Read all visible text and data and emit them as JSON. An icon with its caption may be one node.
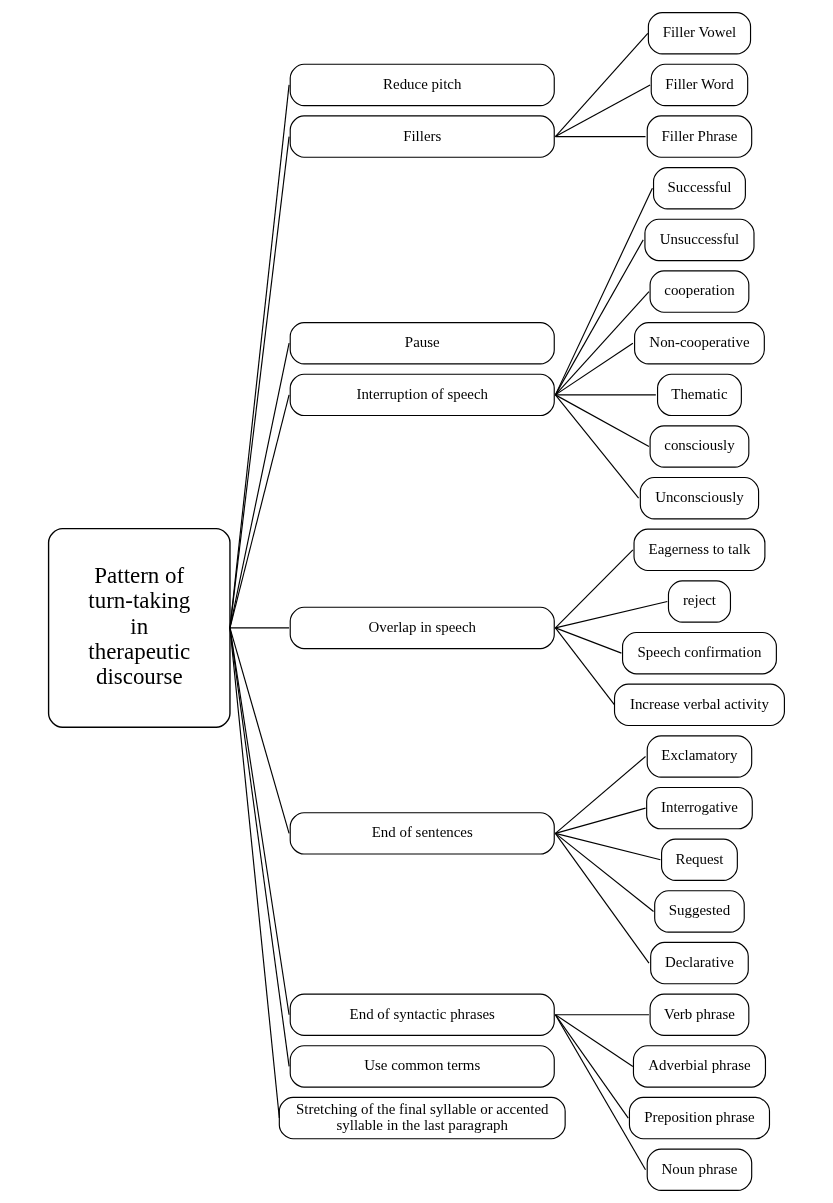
{
  "diagram": {
    "nodes": [
      {
        "text": [
          "Pattern of turn-taking in therapeutic discourse"
        ]
      },
      {
        "text": [
          "Reduce pitch"
        ]
      },
      {
        "text": [
          "Fillers"
        ]
      },
      {
        "text": [
          "Filler Vowel"
        ]
      },
      {
        "text": [
          "Filler Word"
        ]
      },
      {
        "text": [
          "Filler Phrase"
        ]
      },
      {
        "text": [
          "Pause"
        ]
      },
      {
        "text": [
          "Interruption of speech"
        ]
      },
      {
        "text": [
          "Successful"
        ]
      },
      {
        "text": [
          "Unsuccessful"
        ]
      },
      {
        "text": [
          "cooperation"
        ]
      },
      {
        "text": [
          "Non-cooperative"
        ]
      },
      {
        "text": [
          "Thematic"
        ]
      },
      {
        "text": [
          "consciously"
        ]
      },
      {
        "text": [
          "Unconsciously"
        ]
      },
      {
        "text": [
          "Overlap in speech"
        ]
      },
      {
        "text": [
          "Eagerness to talk"
        ]
      },
      {
        "text": [
          "reject"
        ]
      },
      {
        "text": [
          "Speech confirmation"
        ]
      },
      {
        "text": [
          "Increase verbal activity"
        ]
      },
      {
        "text": [
          "End of sentences"
        ]
      },
      {
        "text": [
          "Exclamatory"
        ]
      },
      {
        "text": [
          "Interrogative"
        ]
      },
      {
        "text": [
          "Request"
        ]
      },
      {
        "text": [
          "Suggested"
        ]
      },
      {
        "text": [
          "Declarative"
        ]
      },
      {
        "text": [
          "End of syntactic phrases"
        ]
      },
      {
        "text": [
          "Verb phrase"
        ]
      },
      {
        "text": [
          "Adverbial phrase"
        ]
      },
      {
        "text": [
          "Preposition phrase"
        ]
      },
      {
        "text": [
          "Noun phrase"
        ]
      },
      {
        "text": [
          "Use common terms"
        ]
      },
      {
        "text": [
          "Stretching of the final syllable or accented syllable in the last paragraph"
        ]
      }
    ],
    "edges": [
      {
        "from": 0,
        "to": 1,
        "arrow": "none"
      },
      {
        "from": 0,
        "to": 2,
        "arrow": "none"
      },
      {
        "from": 2,
        "to": 3,
        "arrow": "none"
      },
      {
        "from": 2,
        "to": 4,
        "arrow": "none"
      },
      {
        "from": 2,
        "to": 5,
        "arrow": "none"
      },
      {
        "from": 0,
        "to": 6,
        "arrow": "none"
      },
      {
        "from": 0,
        "to": 7,
        "arrow": "none"
      },
      {
        "from": 7,
        "to": 8,
        "arrow": "none"
      },
      {
        "from": 7,
        "to": 9,
        "arrow": "none"
      },
      {
        "from": 7,
        "to": 10,
        "arrow": "none"
      },
      {
        "from": 7,
        "to": 11,
        "arrow": "none"
      },
      {
        "from": 7,
        "to": 12,
        "arrow": "none"
      },
      {
        "from": 7,
        "to": 13,
        "arrow": "none"
      },
      {
        "from": 7,
        "to": 14,
        "arrow": "none"
      },
      {
        "from": 0,
        "to": 15,
        "arrow": "none"
      },
      {
        "from": 15,
        "to": 16,
        "arrow": "none"
      },
      {
        "from": 15,
        "to": 17,
        "arrow": "none"
      },
      {
        "from": 15,
        "to": 18,
        "arrow": "none"
      },
      {
        "from": 15,
        "to": 19,
        "arrow": "none"
      },
      {
        "from": 0,
        "to": 20,
        "arrow": "none"
      },
      {
        "from": 20,
        "to": 21,
        "arrow": "none"
      },
      {
        "from": 20,
        "to": 22,
        "arrow": "none"
      },
      {
        "from": 20,
        "to": 23,
        "arrow": "none"
      },
      {
        "from": 20,
        "to": 24,
        "arrow": "none"
      },
      {
        "from": 20,
        "to": 25,
        "arrow": "none"
      },
      {
        "from": 0,
        "to": 26,
        "arrow": "none"
      },
      {
        "from": 26,
        "to": 27,
        "arrow": "none"
      },
      {
        "from": 26,
        "to": 28,
        "arrow": "none"
      },
      {
        "from": 26,
        "to": 29,
        "arrow": "none"
      },
      {
        "from": 26,
        "to": 30,
        "arrow": "none"
      },
      {
        "from": 0,
        "to": 31,
        "arrow": "none"
      },
      {
        "from": 0,
        "to": 32,
        "arrow": "none"
      }
    ]
  }
}
